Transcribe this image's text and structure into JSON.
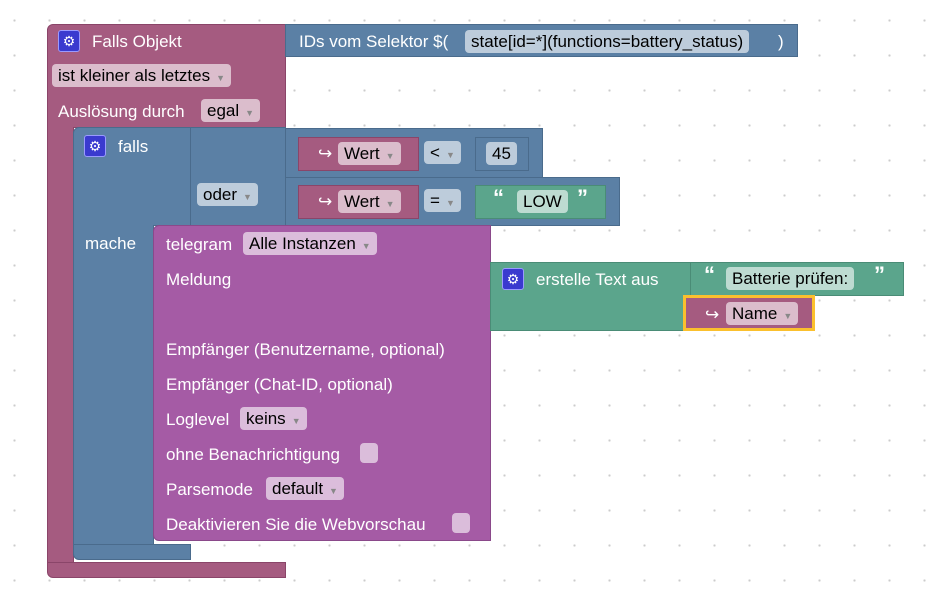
{
  "trigger": {
    "title": "Falls Objekt",
    "compare": "ist kleiner als letztes",
    "ack_label": "Auslösung durch",
    "ack_value": "egal"
  },
  "selector": {
    "label": "IDs vom Selektor $(",
    "value": "state[id=*](functions=battery_status)",
    "close": ")"
  },
  "if_block": {
    "label": "falls",
    "do_label": "mache",
    "operator": "oder"
  },
  "cond1": {
    "var": "Wert",
    "op": "<",
    "value": "45"
  },
  "cond2": {
    "var": "Wert",
    "op": "=",
    "value": "LOW"
  },
  "telegram": {
    "label": "telegram",
    "instance": "Alle Instanzen",
    "message": "Meldung",
    "recipient_user": "Empfänger (Benutzername, optional)",
    "recipient_chat": "Empfänger (Chat-ID, optional)",
    "loglevel_label": "Loglevel",
    "loglevel": "keins",
    "silent": "ohne Benachrichtigung",
    "parsemode_label": "Parsemode",
    "parsemode": "default",
    "disable_preview": "Deaktivieren Sie die Webvorschau"
  },
  "text_join": {
    "label": "erstelle Text aus",
    "text": "Batterie prüfen:",
    "var": "Name"
  },
  "var_arrow": "↪",
  "colors": {
    "trigger": "#a55b80",
    "logic": "#5b80a5",
    "telegram": "#a55ba5",
    "text": "#5ba58c",
    "selected": "#fbc02d"
  }
}
